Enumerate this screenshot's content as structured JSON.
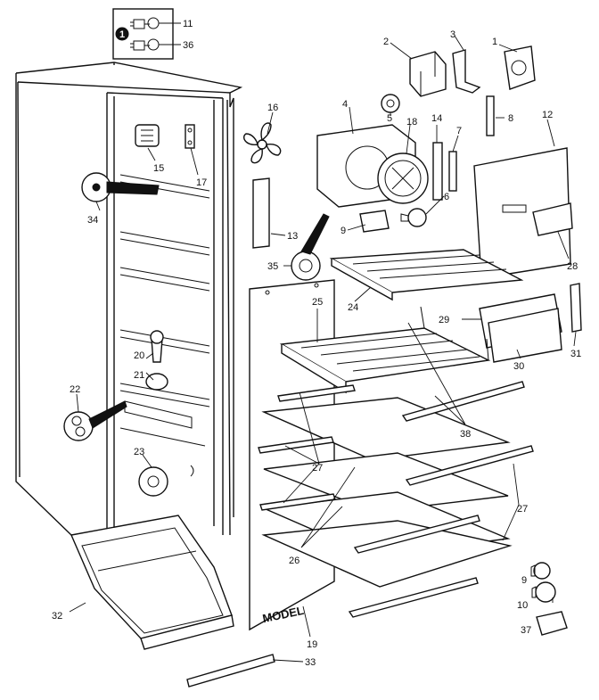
{
  "diagram": {
    "legend": {
      "badge": "1",
      "items": [
        {
          "number": "11"
        },
        {
          "number": "36"
        }
      ]
    },
    "callouts": [
      {
        "id": "c1",
        "number": "1"
      },
      {
        "id": "c2",
        "number": "2"
      },
      {
        "id": "c3",
        "number": "3"
      },
      {
        "id": "c4",
        "number": "4"
      },
      {
        "id": "c5",
        "number": "5"
      },
      {
        "id": "c6",
        "number": "6"
      },
      {
        "id": "c7",
        "number": "7"
      },
      {
        "id": "c8",
        "number": "8"
      },
      {
        "id": "c9",
        "number": "9"
      },
      {
        "id": "c9b",
        "number": "9"
      },
      {
        "id": "c10",
        "number": "10"
      },
      {
        "id": "c12",
        "number": "12"
      },
      {
        "id": "c13",
        "number": "13"
      },
      {
        "id": "c14",
        "number": "14"
      },
      {
        "id": "c15",
        "number": "15"
      },
      {
        "id": "c16",
        "number": "16"
      },
      {
        "id": "c17",
        "number": "17"
      },
      {
        "id": "c18",
        "number": "18"
      },
      {
        "id": "c19",
        "number": "19"
      },
      {
        "id": "c20",
        "number": "20"
      },
      {
        "id": "c21",
        "number": "21"
      },
      {
        "id": "c22",
        "number": "22"
      },
      {
        "id": "c23",
        "number": "23"
      },
      {
        "id": "c24",
        "number": "24"
      },
      {
        "id": "c25",
        "number": "25"
      },
      {
        "id": "c26",
        "number": "26"
      },
      {
        "id": "c27a",
        "number": "27"
      },
      {
        "id": "c27b",
        "number": "27"
      },
      {
        "id": "c28",
        "number": "28"
      },
      {
        "id": "c29",
        "number": "29"
      },
      {
        "id": "c30",
        "number": "30"
      },
      {
        "id": "c31",
        "number": "31"
      },
      {
        "id": "c32",
        "number": "32"
      },
      {
        "id": "c33",
        "number": "33"
      },
      {
        "id": "c34",
        "number": "34"
      },
      {
        "id": "c35",
        "number": "35"
      },
      {
        "id": "c37",
        "number": "37"
      },
      {
        "id": "c38",
        "number": "38"
      }
    ]
  }
}
